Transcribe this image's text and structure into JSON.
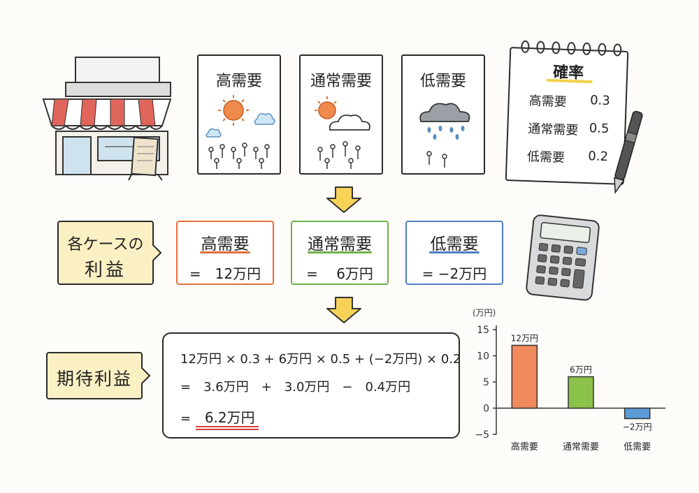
{
  "scenarios": [
    {
      "label": "高需要"
    },
    {
      "label": "通常需要"
    },
    {
      "label": "低需要"
    }
  ],
  "probability": {
    "title": "確率",
    "rows": [
      {
        "label": "高需要",
        "value": "0.3"
      },
      {
        "label": "通常需要",
        "value": "0.5"
      },
      {
        "label": "低需要",
        "value": "0.2"
      }
    ]
  },
  "profit_section": {
    "label_line1": "各ケースの",
    "label_line2": "利益",
    "cases": [
      {
        "title": "高需要",
        "value": "=　12万円",
        "color": "#e2703a"
      },
      {
        "title": "通常需要",
        "value": "=　 6万円",
        "color": "#6fb14a"
      },
      {
        "title": "低需要",
        "value": "= −2万円",
        "color": "#4d7fc4"
      }
    ]
  },
  "expected_section": {
    "label": "期待利益",
    "line1": "12万円 × 0.3 + 6万円 × 0.5 + (−2万円) × 0.2",
    "line2": "=　3.6万円　+　3.0万円　−　0.4万円",
    "line3_prefix": "=",
    "line3_result": "6.2万円"
  },
  "chart_data": {
    "type": "bar",
    "categories": [
      "高需要",
      "通常需要",
      "低需要"
    ],
    "values": [
      12,
      6,
      -2
    ],
    "data_labels": [
      "12万円",
      "6万円",
      "−2万円"
    ],
    "colors": [
      "#f08a5d",
      "#8bc34a",
      "#5b9bd5"
    ],
    "unit_label": "(万円)",
    "yticks": [
      15,
      10,
      5,
      0,
      -5
    ],
    "ylim": [
      -5,
      15
    ]
  }
}
